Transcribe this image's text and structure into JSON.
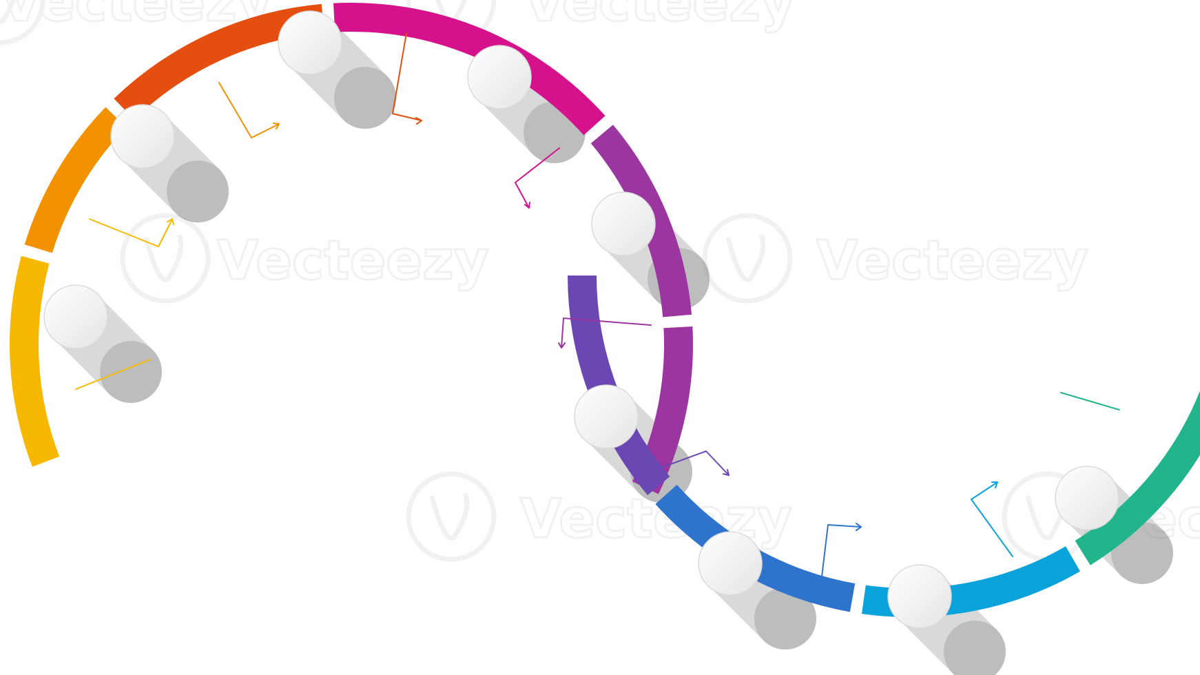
{
  "diagram": {
    "type": "s-curve-step-timeline",
    "step_count": 10,
    "colors": [
      "#f6b800",
      "#f29200",
      "#e44f10",
      "#d5128c",
      "#9b35a0",
      "#6b47b3",
      "#2e74cc",
      "#0aa2da",
      "#22b58c"
    ]
  },
  "watermark": {
    "text": "Vecteezy",
    "icon": "vecteezy-v-logo-icon"
  }
}
